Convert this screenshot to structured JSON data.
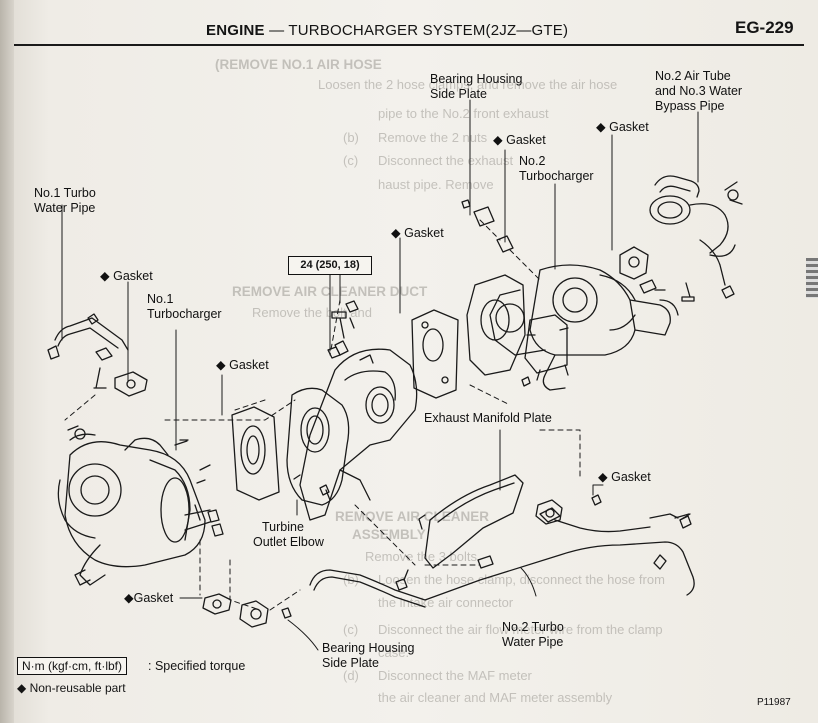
{
  "header": {
    "section": "ENGINE",
    "dash": " — ",
    "subtitle": "TURBOCHARGER SYSTEM(2JZ—GTE)",
    "page_code": "EG-229"
  },
  "ghost_text": [
    "(REMOVE NO.1 AIR HOSE",
    "Loosen the 2 hose clamps, and remove the air hose",
    "pipe to the No.2 front exhaust",
    "(b)",
    "Remove the 2 nuts",
    "(c)",
    "Disconnect the exhaust",
    "haust pipe. Remove",
    "REMOVE AIR CLEANER DUCT",
    "Remove the bolt and",
    "REMOVE AIR CLEANER",
    "ASSEMBLY",
    "Remove the 3 bolts.",
    "(b)",
    "Loosen the hose clamp, disconnect the hose from",
    "the intake air connector",
    "(c)",
    "Disconnect the air flow meter wire from the clamp",
    "case.",
    "(d)",
    "Disconnect the MAF meter",
    "the air cleaner and MAF meter assembly"
  ],
  "labels": {
    "bearing_housing_side_plate_top": [
      "Bearing Housing",
      "Side Plate"
    ],
    "no2_air_tube": [
      "No.2 Air Tube",
      "and No.3 Water",
      "Bypass Pipe"
    ],
    "gasket_1": "Gasket",
    "gasket_2": "Gasket",
    "no2_turbocharger": [
      "No.2",
      "Turbocharger"
    ],
    "no1_turbo_water_pipe": [
      "No.1 Turbo",
      "Water Pipe"
    ],
    "gasket_3": "Gasket",
    "torque_spec": "24 (250, 18)",
    "gasket_4": "Gasket",
    "no1_turbocharger": [
      "No.1",
      "Turbocharger"
    ],
    "gasket_5": "Gasket",
    "exhaust_manifold_plate": "Exhaust  Manifold  Plate",
    "gasket_6": "Gasket",
    "turbine_outlet_elbow": [
      "Turbine",
      "Outlet Elbow"
    ],
    "gasket_7": "Gasket",
    "bearing_housing_side_plate_bottom": [
      "Bearing Housing",
      "Side Plate"
    ],
    "no2_turbo_water_pipe": [
      "No.2 Turbo",
      "Water Pipe"
    ]
  },
  "legend": {
    "unit": "N·m (kgf·cm, ft·lbf)",
    "unit_desc": ": Specified torque",
    "non_reusable": "◆ Non-reusable part"
  },
  "figure_code": "P11987",
  "colors": {
    "ink": "#141414",
    "paper": "#f3f1ec",
    "ghost": "#9d9a94"
  }
}
